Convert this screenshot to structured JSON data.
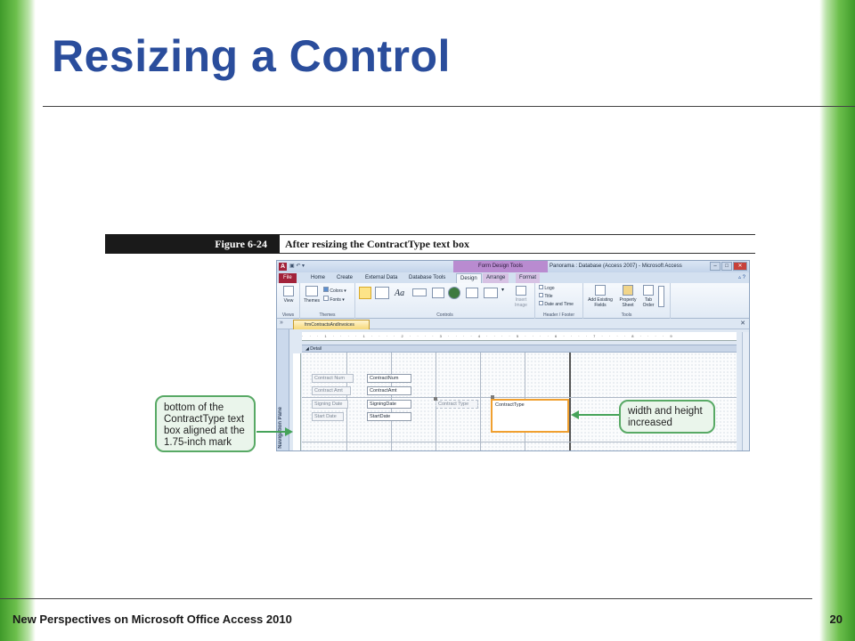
{
  "slide": {
    "title": "Resizing a Control",
    "footer": "New Perspectives on Microsoft Office Access 2010",
    "page_number": "20"
  },
  "figure": {
    "number": "Figure 6-24",
    "caption": "After resizing the ContractType text box"
  },
  "window": {
    "app_icon": "A",
    "context_tab": "Form Design Tools",
    "title": "Panorama : Database (Access 2007) - Microsoft Access",
    "controls": [
      "minimize",
      "maximize",
      "close"
    ],
    "tabs": [
      "File",
      "Home",
      "Create",
      "External Data",
      "Database Tools",
      "Design",
      "Arrange",
      "Format"
    ],
    "active_tab": "Design",
    "ribbon": {
      "views": {
        "label": "Views",
        "view_button": "View"
      },
      "themes": {
        "label": "Themes",
        "themes_button": "Themes",
        "colors_button": "Colors",
        "fonts_button": "Fonts"
      },
      "controls": {
        "label": "Controls",
        "insert_image": "Insert Image"
      },
      "header_footer": {
        "label": "Header / Footer",
        "logo": "Logo",
        "title": "Title",
        "date_time": "Date and Time"
      },
      "tools": {
        "label": "Tools",
        "add_fields": "Add Existing Fields",
        "property_sheet": "Property Sheet",
        "tab_order": "Tab Order"
      }
    },
    "document_tab": "frmContractsAndInvoices",
    "navigation_pane_label": "Navigation Pane",
    "section": "Detail",
    "ruler": "· · · 1 · · · · 1 · · · · 2 · · · · 3 · · · · 4 · · · · 5 · · · · 6 · · · · 7 · · · · 8 · · · · 9",
    "fields": [
      {
        "label": "Contract Num",
        "textbox": "ContractNum"
      },
      {
        "label": "Contract Amt",
        "textbox": "ContractAmt"
      },
      {
        "label": "Signing Date",
        "textbox": "SigningDate"
      },
      {
        "label": "Start Date",
        "textbox": "StartDate"
      }
    ],
    "contract_type": {
      "label": "Contract Type",
      "textbox": "ContractType"
    }
  },
  "callouts": {
    "left": "bottom of the ContractType text box aligned at the 1.75-inch mark",
    "right": "width and height increased"
  },
  "colors": {
    "title": "#2a4d9c",
    "callout_border": "#58a965",
    "selection": "#f0a030",
    "file_tab": "#a2223a"
  }
}
